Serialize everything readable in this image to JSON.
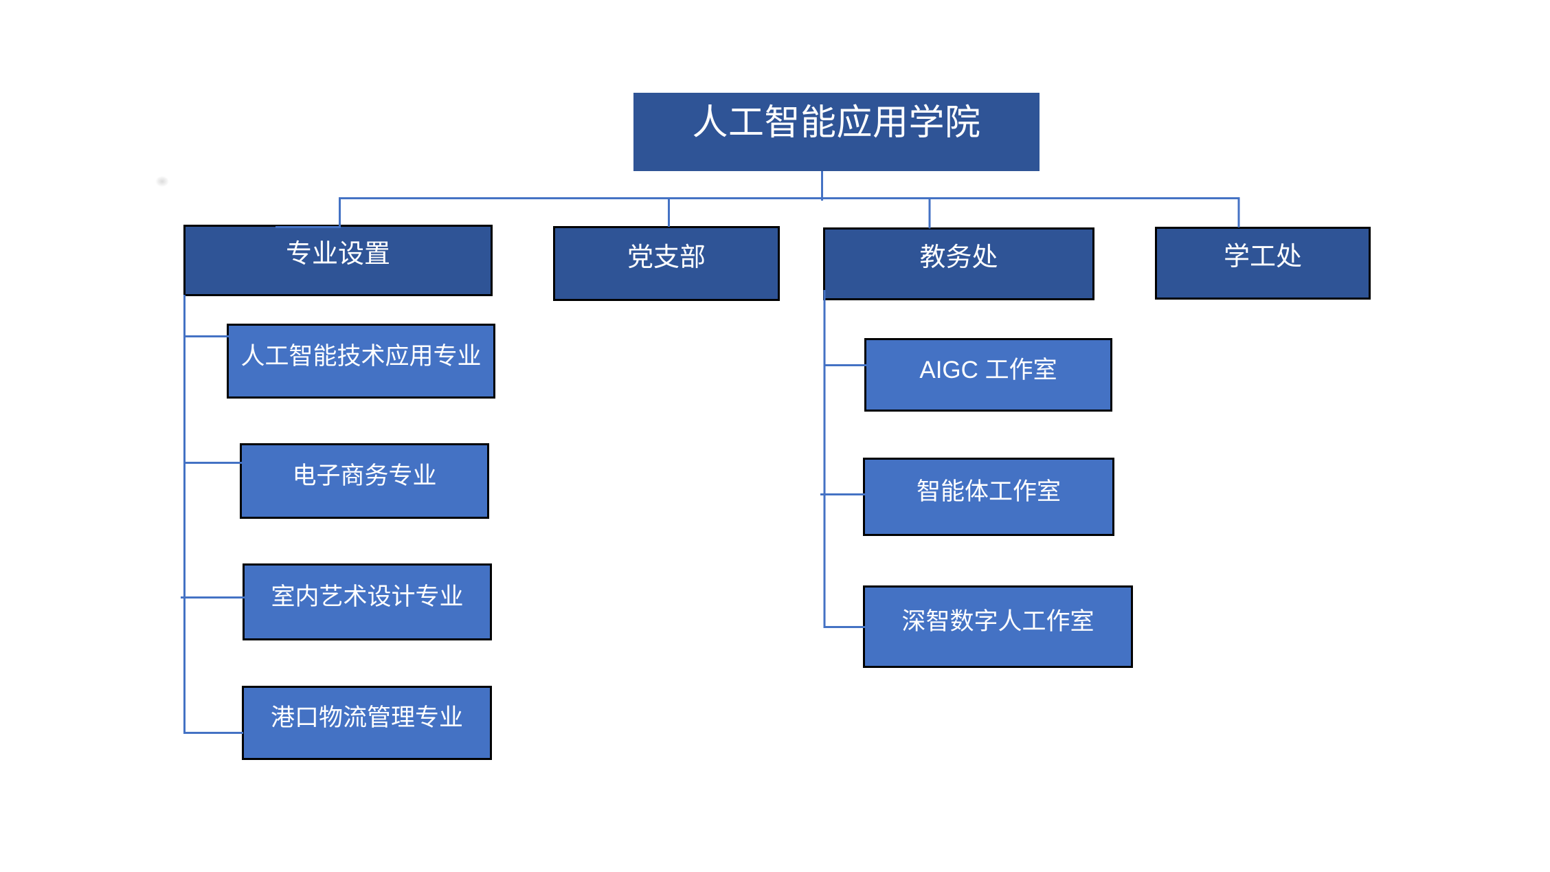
{
  "colors": {
    "background": "#ffffff",
    "primary_box_fill": "#2F5496",
    "secondary_box_fill": "#4472C4",
    "box_border": "#000000",
    "connector_line": "#4472C4",
    "label_text": "#ffffff"
  },
  "diagram": {
    "type": "org-chart",
    "title": "人工智能应用学院",
    "root": {
      "label": "人工智能应用学院"
    },
    "level2": [
      {
        "label": "专业设置",
        "children": [
          {
            "label": "人工智能技术应用专业"
          },
          {
            "label": "电子商务专业"
          },
          {
            "label": "室内艺术设计专业"
          },
          {
            "label": "港口物流管理专业"
          }
        ]
      },
      {
        "label": "党支部",
        "children": []
      },
      {
        "label": "教务处",
        "children": [
          {
            "label": "AIGC 工作室"
          },
          {
            "label": "智能体工作室"
          },
          {
            "label": "深智数字人工作室"
          }
        ]
      },
      {
        "label": "学工处",
        "children": []
      }
    ]
  }
}
